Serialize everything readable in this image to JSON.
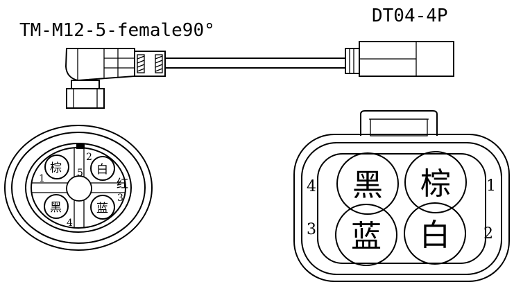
{
  "labels": {
    "m12_title": "TM-M12-5-female90°",
    "dt_title": "DT04-4P"
  },
  "m12_face": {
    "pins": [
      {
        "num": "1",
        "color": "棕"
      },
      {
        "num": "2",
        "color": "白"
      },
      {
        "num": "3",
        "color": "蓝"
      },
      {
        "num": "4",
        "color": "黑"
      },
      {
        "num": "5",
        "color": ""
      }
    ],
    "red_label": "红"
  },
  "dt_face": {
    "pins": [
      {
        "num": "1",
        "color": "棕"
      },
      {
        "num": "2",
        "color": "白"
      },
      {
        "num": "3",
        "color": "蓝"
      },
      {
        "num": "4",
        "color": "黑"
      }
    ]
  }
}
